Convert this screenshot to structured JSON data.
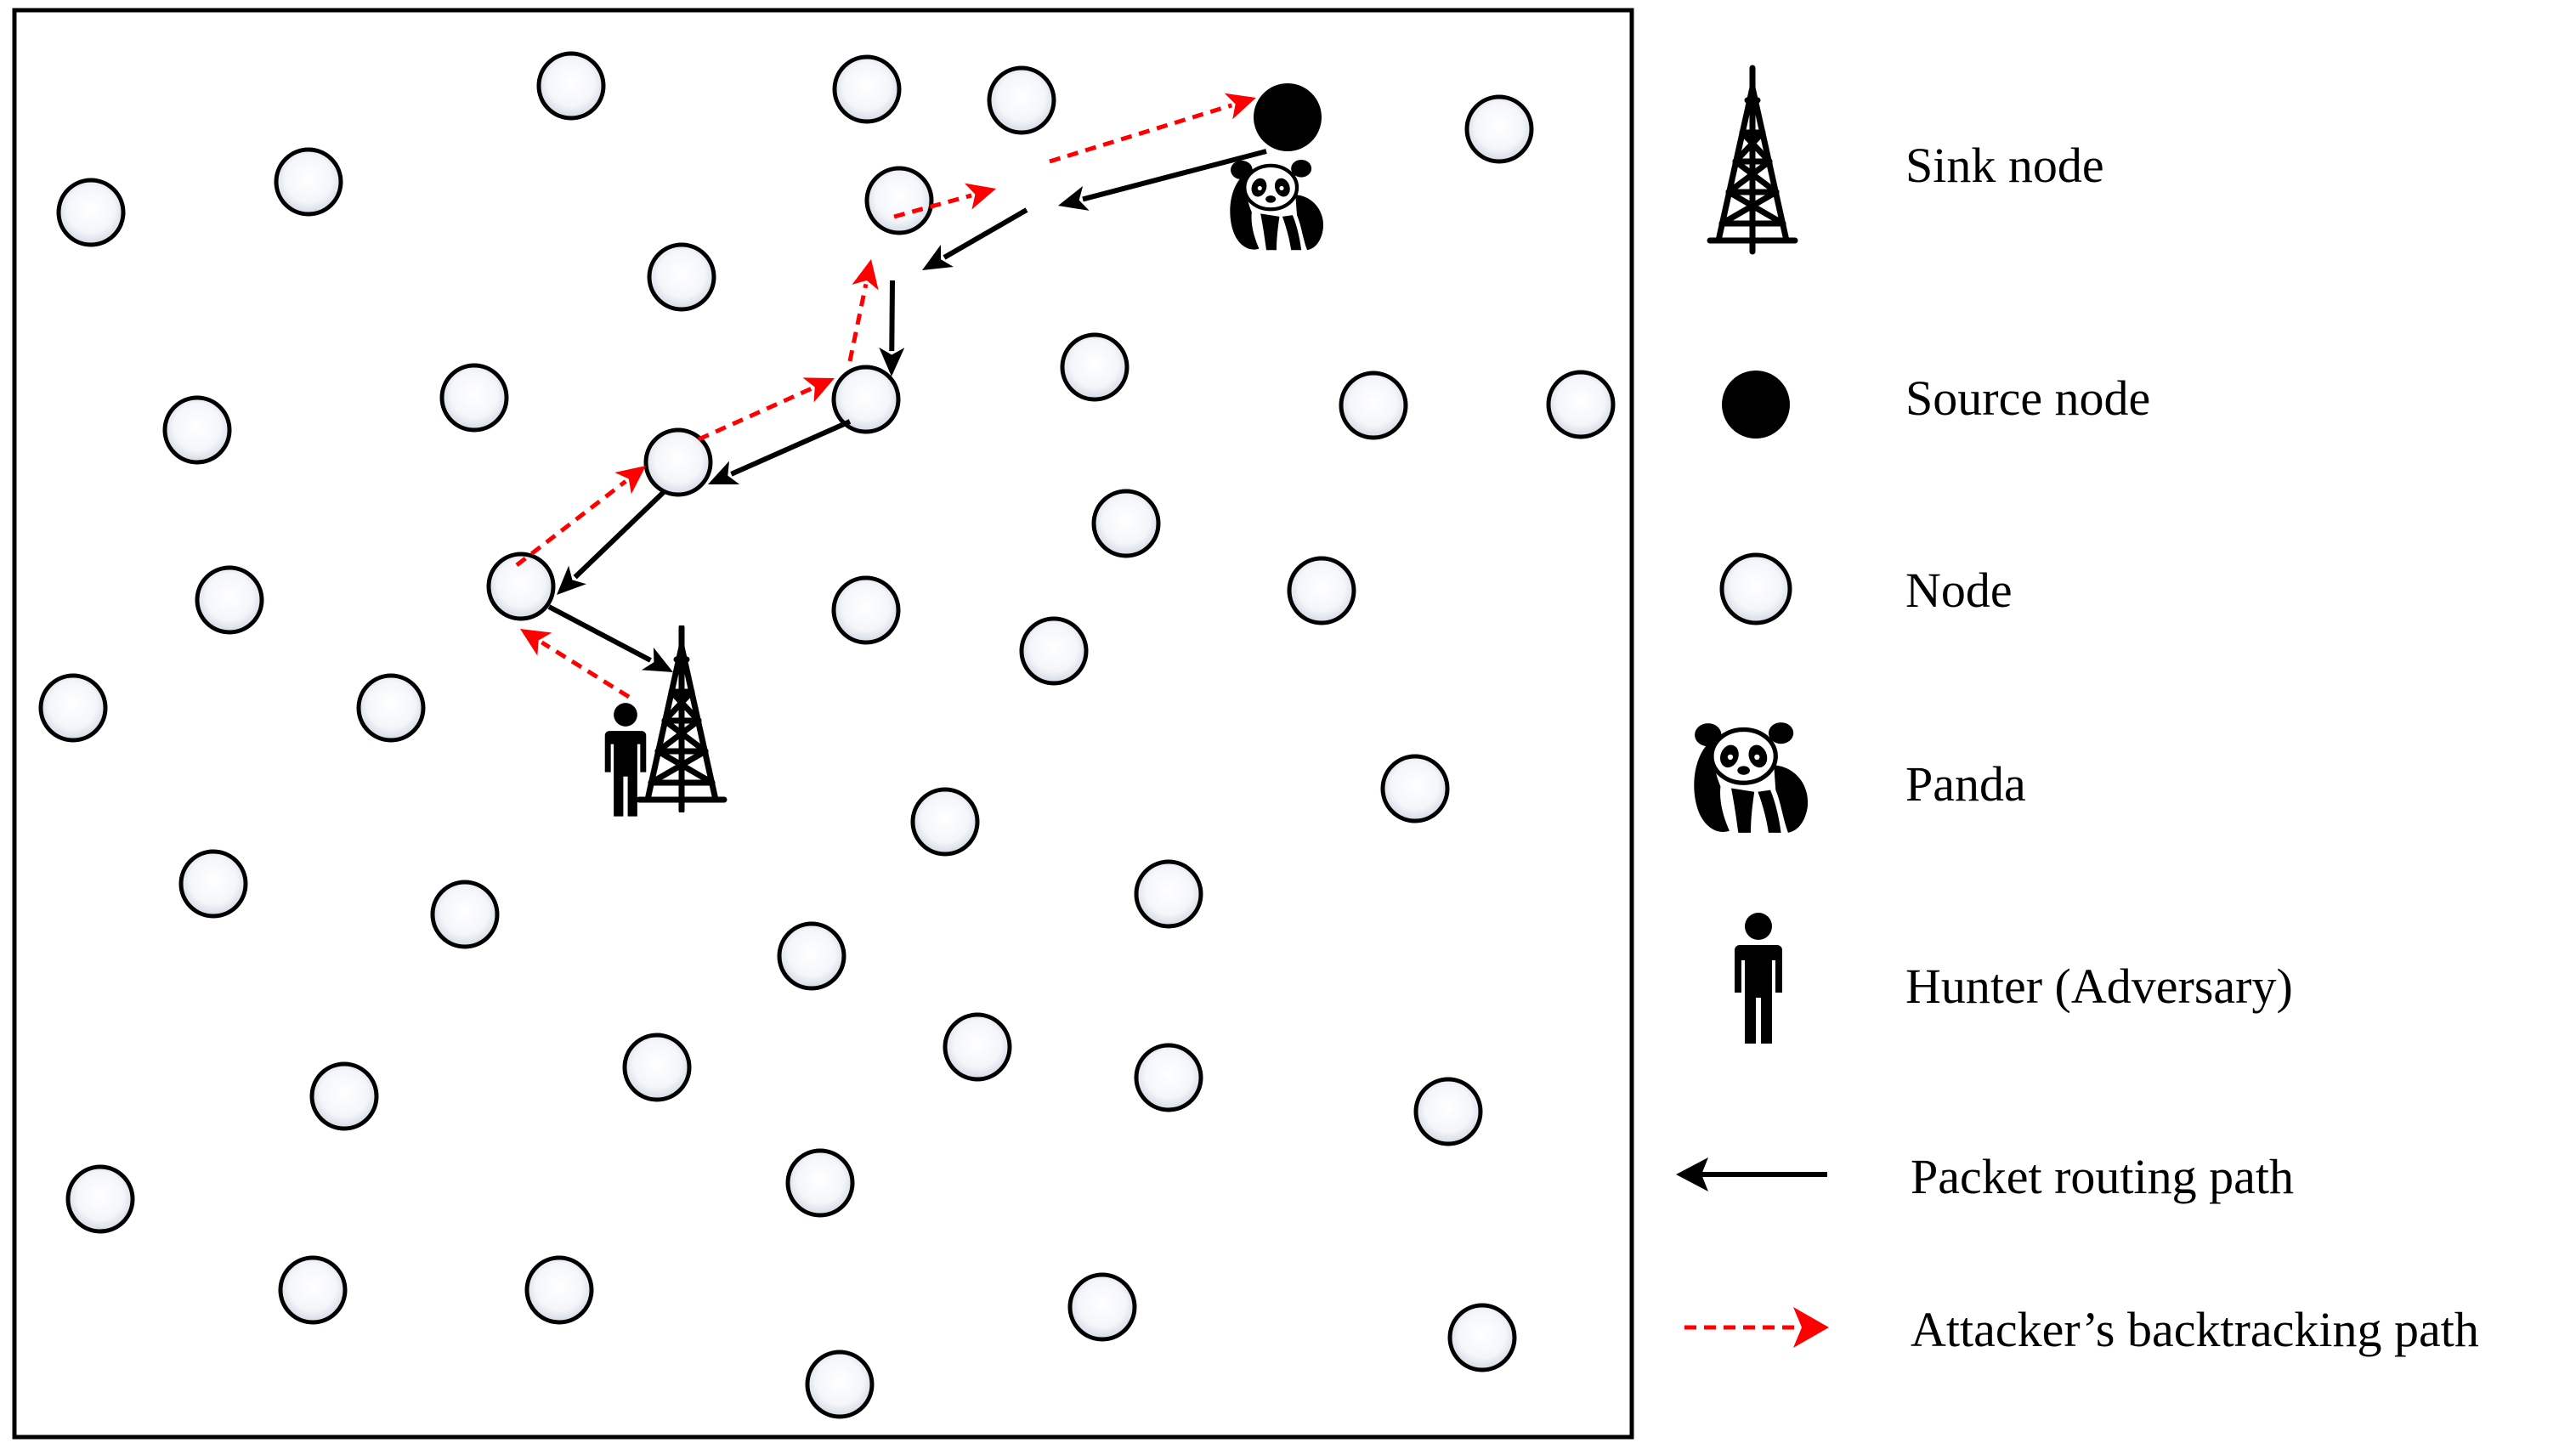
{
  "colors": {
    "node_fill_center": "#ffffff",
    "node_fill_edge": "#cfd6e2",
    "stroke": "#000000",
    "routing": "#000000",
    "backtrack": "#ff0000"
  },
  "icons": {
    "sink": "radio-tower-icon",
    "source": "filled-circle-icon",
    "node": "circle-node-icon",
    "panda": "panda-icon",
    "hunter": "person-icon"
  },
  "legend": {
    "sink_label": "Sink node",
    "source_label": "Source node",
    "node_label": "Node",
    "panda_label": "Panda",
    "hunter_label": "Hunter (Adversary)",
    "routing_label": "Packet routing path",
    "backtrack_label": "Attacker’s backtracking path"
  }
}
